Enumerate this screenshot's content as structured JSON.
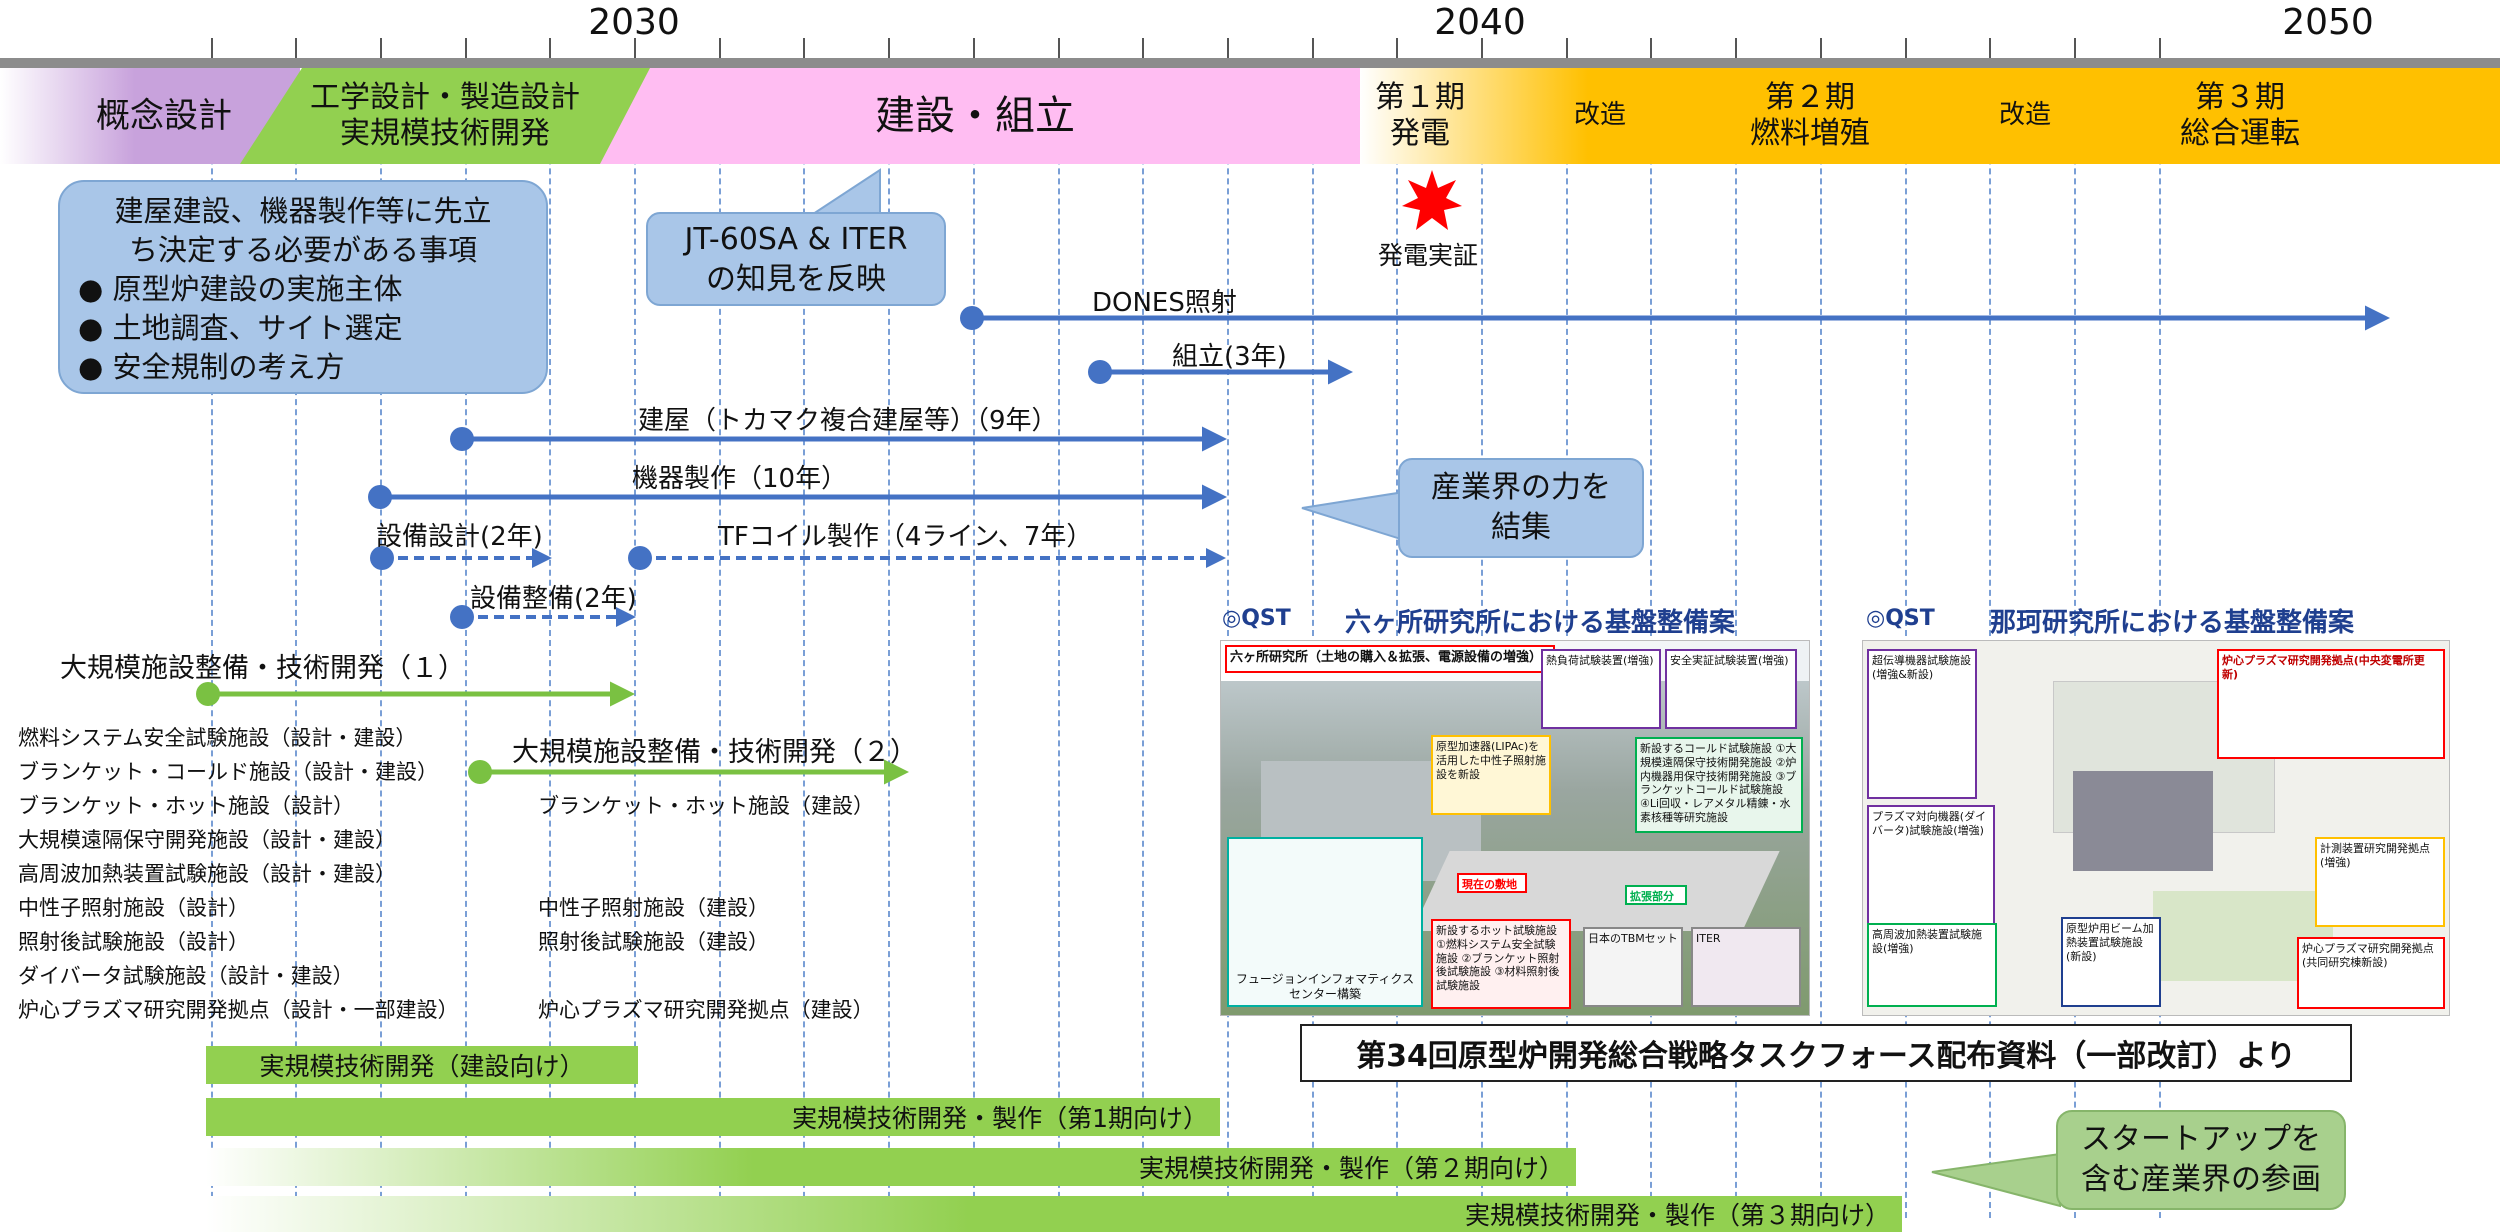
{
  "years": [
    "2030",
    "2040",
    "2050"
  ],
  "phases": {
    "concept": "概念設計",
    "engineering_1": "工学設計・製造設計",
    "engineering_2": "実規模技術開発",
    "construction": "建設・組立",
    "phase1_1": "第１期",
    "phase1_2": "発電",
    "modify_a": "改造",
    "phase2_1": "第２期",
    "phase2_2": "燃料増殖",
    "modify_b": "改造",
    "phase3_1": "第３期",
    "phase3_2": "総合運転"
  },
  "callouts": {
    "decisions": {
      "line1": "建屋建設、機器製作等に先立",
      "line2": "ち決定する必要がある事項",
      "items": [
        "原型炉建設の実施主体",
        "土地調査、サイト選定",
        "安全規制の考え方"
      ]
    },
    "iter_1": "JT-60SA & ITER",
    "iter_2": "の知見を反映",
    "industry_1": "産業界の力を",
    "industry_2": "結集",
    "startup_1": "スタートアップを",
    "startup_2": "含む産業界の参画"
  },
  "demo_label": "発電実証",
  "timelines": {
    "dones": "DONES照射",
    "assembly": "組立(3年)",
    "building": "建屋（トカマク複合建屋等）（9年）",
    "equipment": "機器製作（10年）",
    "facility_design": "設備設計(2年)",
    "tf_coil": "TFコイル製作（4ライン、7年）",
    "facility_setup": "設備整備(2年)",
    "large_1": "大規模施設整備・技術開発（１）",
    "large_2": "大規模施設整備・技術開発（２）"
  },
  "facilities_left": [
    "燃料システム安全試験施設（設計・建設）",
    "ブランケット・コールド施設（設計・建設）",
    "ブランケット・ホット施設（設計）",
    "大規模遠隔保守開発施設（設計・建設）",
    "高周波加熱装置試験施設（設計・建設）",
    "中性子照射施設（設計）",
    "照射後試験施設（設計）",
    "ダイバータ試験施設（設計・建設）",
    "炉心プラズマ研究開発拠点（設計・一部建設）"
  ],
  "facilities_right": {
    "hot": "ブランケット・ホット施設（建設）",
    "neutron": "中性子照射施設（建設）",
    "post": "照射後試験施設（建設）",
    "plasma": "炉心プラズマ研究開発拠点（建設）"
  },
  "green_bars": [
    "実規模技術開発（建設向け）",
    "実規模技術開発・製作（第1期向け）",
    "実規模技術開発・製作（第２期向け）",
    "実規模技術開発・製作（第３期向け）"
  ],
  "panels": {
    "qst": "QST",
    "rokkasho_title": "六ヶ所研究所における基盤整備案",
    "naka_title": "那珂研究所における基盤整備案",
    "rokkasho_labels": [
      "六ヶ所研究所（土地の購入＆拡張、電源設備の増強）",
      "熱負荷試験装置(増強)",
      "安全実証試験装置(増強)",
      "原型加速器(LIPAc)を活用した中性子照射施設を新設",
      "新設するコールド試験施設 ①大規模遠隔保守技術開発施設 ②炉内機器用保守技術開発施設 ③ブランケットコールド試験施設 ④Li回収・レアメタル精錬・水素核種等研究施設",
      "現在の敷地",
      "拡張部分",
      "新設するホット試験施設 ①燃料システム安全試験施設 ②ブランケット照射後試験施設 ③材料照射後試験施設",
      "日本のTBMセット",
      "ITER",
      "フュージョンインフォマティクスセンター構築"
    ],
    "naka_labels": [
      "超伝導機器試験施設(増強&新設)",
      "炉心プラズマ研究開発拠点(中央変電所更新)",
      "プラズマ対向機器(ダイバータ)試験施設(増強)",
      "高周波加熱装置試験施設(増強)",
      "原型炉用ビーム加熱装置試験施設(新設)",
      "計測装置研究開発拠点(増強)",
      "炉心プラズマ研究開発拠点(共同研究棟新設)"
    ],
    "source": "第34回原型炉開発総合戦略タスクフォース配布資料（一部改訂）より"
  },
  "colors": {
    "concept": "#c8a2dc",
    "engineering": "#92d050",
    "construction": "#ffbdf2",
    "operation": "#ffc000",
    "timeline_blue": "#4472c4",
    "green_line": "#7ac142",
    "callout_blue": "#a9c6e8",
    "callout_green": "#a8d08d",
    "star": "#ff0000"
  }
}
